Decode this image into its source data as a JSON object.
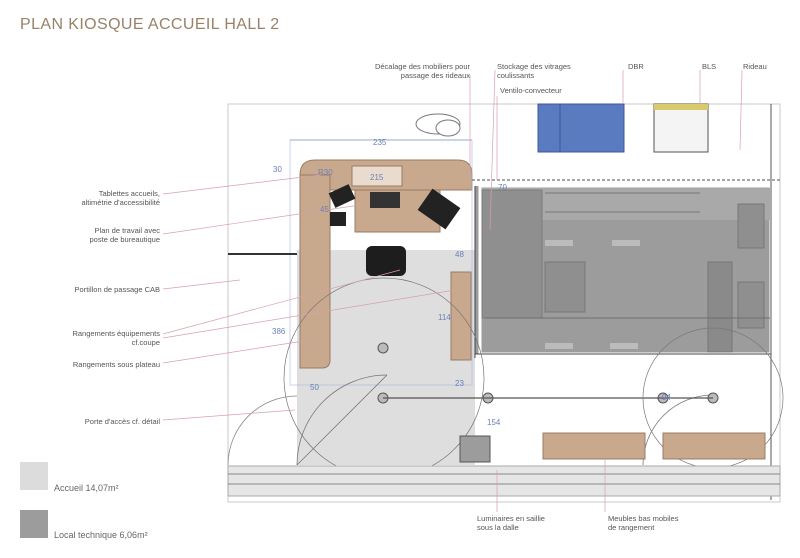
{
  "title": "PLAN KIOSQUE ACCUEIL HALL 2",
  "labels_left": [
    "Tablettes accueils,\naltimétrie d'accessibilité",
    "Plan de travail avec\nposte de bureautique",
    "Portillon de passage CAB",
    "Rangements équipements\ncf.coupe",
    "Rangements sous plateau",
    "Porte d'accès cf. détail"
  ],
  "labels_top": [
    "Décalage des mobiliers pour\npassage des rideaux",
    "Stockage des vitrages\ncoulissants",
    "Ventilo-convecteur",
    "DBR",
    "BLS",
    "Rideau"
  ],
  "labels_bottom": [
    "Luminaires en saillie\nsous la dalle",
    "Meubles bas mobiles\nde rangement"
  ],
  "dimensions": [
    "235",
    "30",
    "R30",
    "215",
    "45",
    "48",
    "70",
    "114",
    "386",
    "23",
    "50",
    "154",
    "94"
  ],
  "legend": [
    {
      "label": "Accueil 14,07m²",
      "color": "#dcdcdc"
    },
    {
      "label": "Local technique 6,06m²",
      "color": "#9c9c9c"
    }
  ],
  "colors": {
    "title": "#9a8168",
    "wood": "#c8a98e",
    "blue": "#5a7bbf",
    "dim": "#6a7fb8",
    "leader": "#d9a0a8"
  }
}
